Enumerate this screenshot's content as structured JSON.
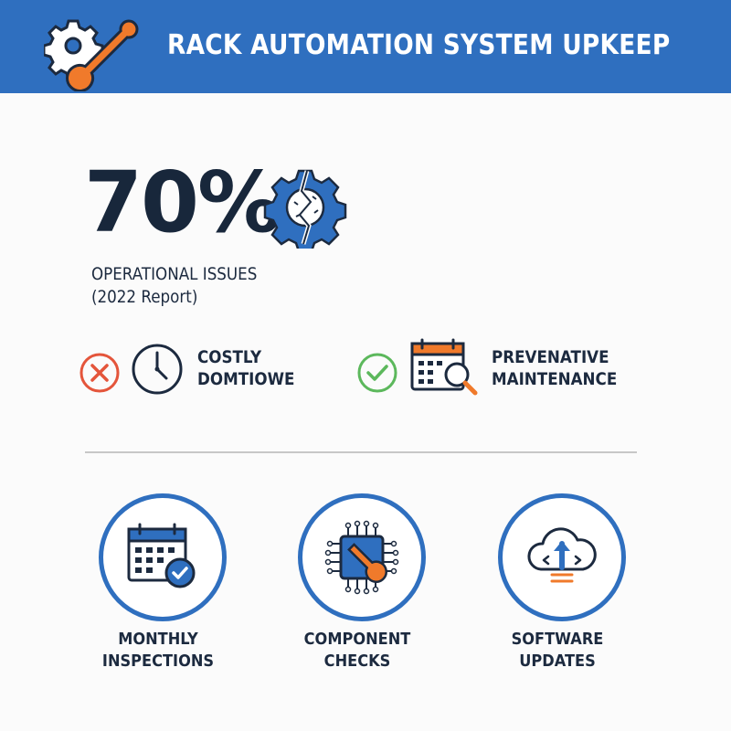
{
  "header": {
    "title": "RACK AUTOMATION SYSTEM UPKEEP",
    "icon": "gear-wrench-icon",
    "background": "#2f6fbf"
  },
  "stat": {
    "value": "70%",
    "label": "OPERATIONAL ISSUES",
    "sublabel": "(2022 Report)",
    "icon": "broken-gear-icon"
  },
  "comparison": {
    "negative": {
      "status_icon": "x-circle-icon",
      "icon": "clock-icon",
      "line1": "COSTLY",
      "line2": "DOMTIOWE",
      "status_color": "#e4553b"
    },
    "positive": {
      "status_icon": "check-circle-icon",
      "icon": "calendar-search-icon",
      "line1": "PREVENATIVE",
      "line2": "MAINTENANCE",
      "status_color": "#5cb85c"
    }
  },
  "tasks": [
    {
      "icon": "calendar-check-icon",
      "line1": "MONTHLY",
      "line2": "INSPECTIONS"
    },
    {
      "icon": "chip-wrench-icon",
      "line1": "COMPONENT",
      "line2": "CHECKS"
    },
    {
      "icon": "cloud-upload-icon",
      "line1": "SOFTWARE",
      "line2": "UPDATES"
    }
  ],
  "colors": {
    "primary": "#2f6fbf",
    "accent": "#f07a2b",
    "text": "#1c2a3f"
  }
}
